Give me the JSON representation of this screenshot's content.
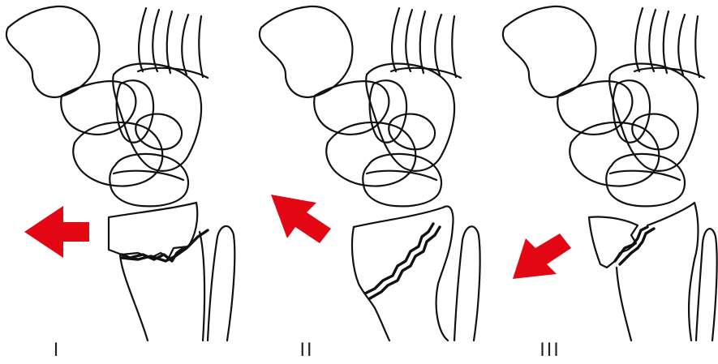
{
  "panels": [
    {
      "label": "I",
      "arrow": {
        "direction": "left",
        "color": "#E30613"
      }
    },
    {
      "label": "II",
      "arrow": {
        "direction": "up-left",
        "color": "#E30613"
      }
    },
    {
      "label": "III",
      "arrow": {
        "direction": "down-left",
        "color": "#E30613"
      }
    }
  ],
  "colors": {
    "line": "#111111",
    "arrow": "#E30613",
    "background": "#FFFFFF"
  }
}
